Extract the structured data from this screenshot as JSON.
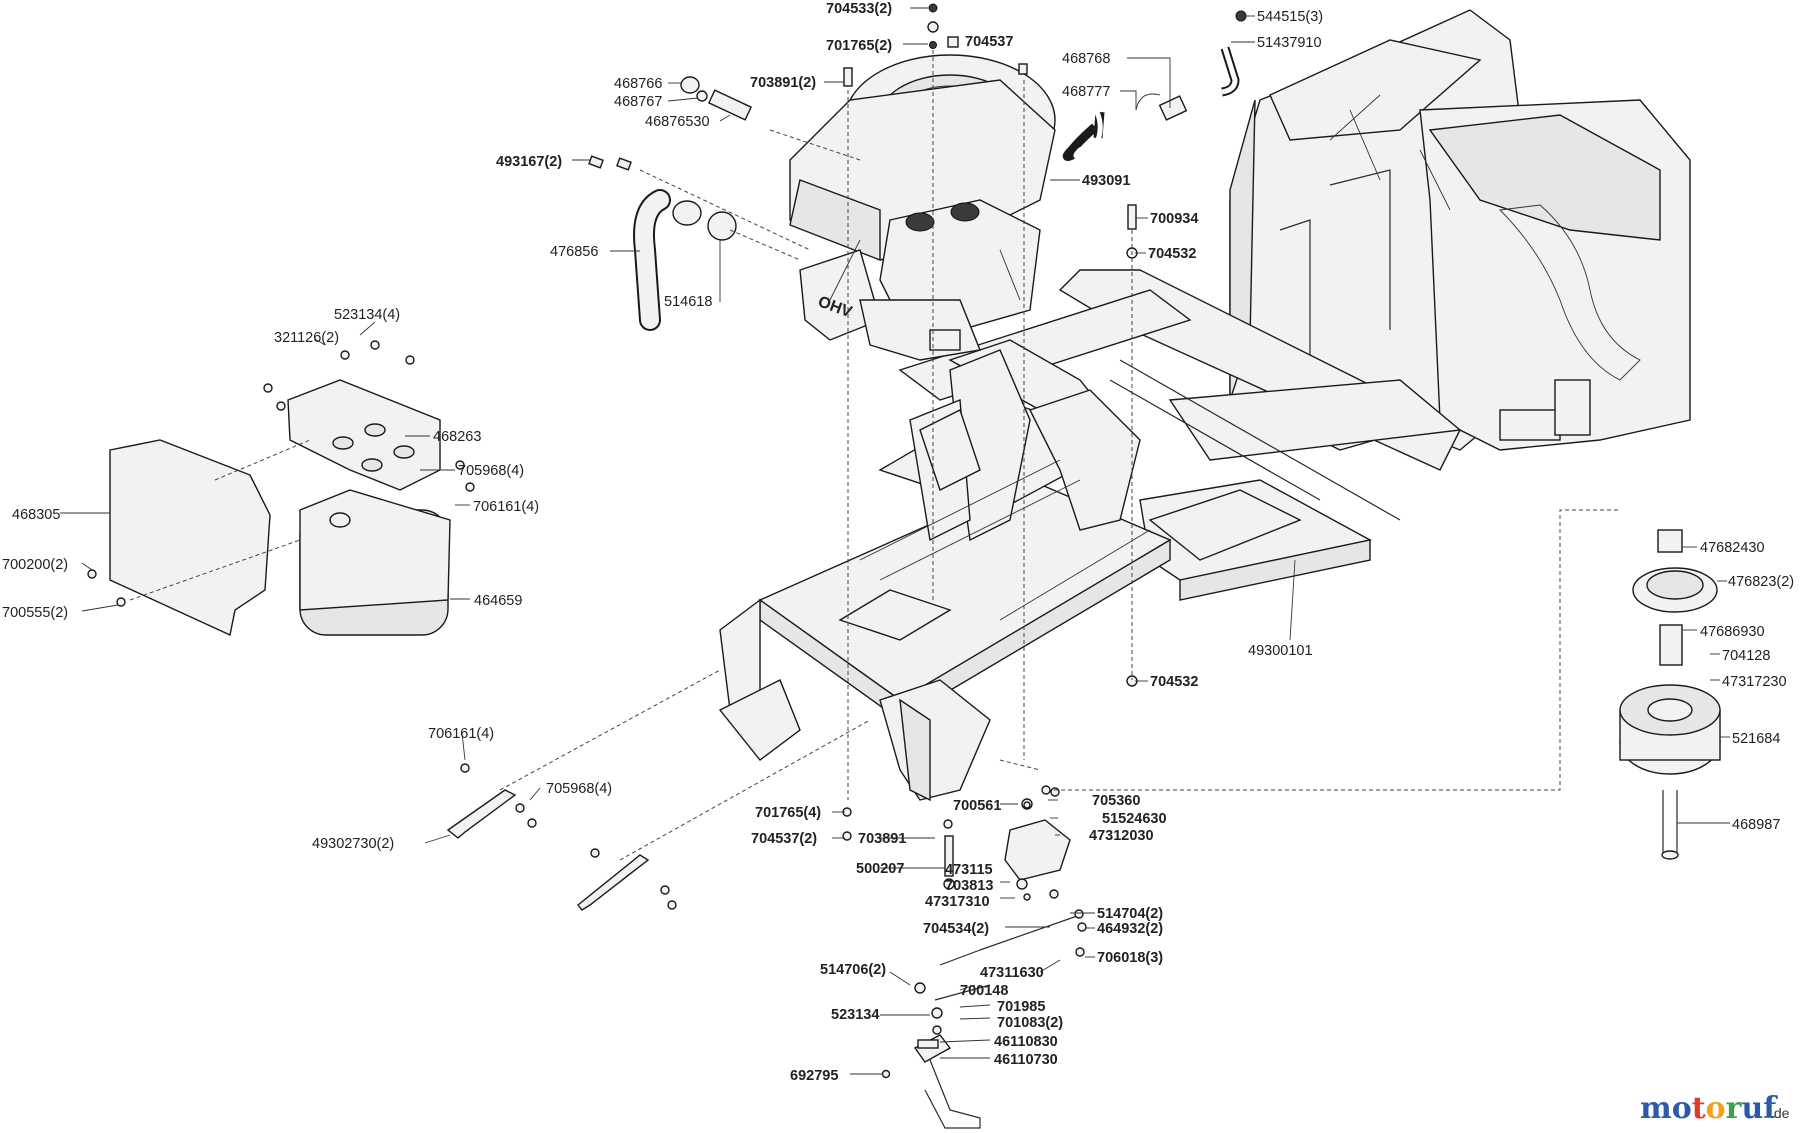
{
  "watermark": {
    "parts": [
      {
        "text": "m",
        "color": "#2a5aa8"
      },
      {
        "text": "o",
        "color": "#2a5aa8"
      },
      {
        "text": "t",
        "color": "#e03a2f"
      },
      {
        "text": "o",
        "color": "#f2a21a"
      },
      {
        "text": "r",
        "color": "#3aa24a"
      },
      {
        "text": "u",
        "color": "#2a5aa8"
      },
      {
        "text": "f",
        "color": "#2a5aa8"
      }
    ],
    "suffix": ".de"
  },
  "labels": [
    {
      "id": "704533-2",
      "text": "704533(2)",
      "bold": true
    },
    {
      "id": "701765-2",
      "text": "701765(2)",
      "bold": true
    },
    {
      "id": "704537",
      "text": "704537",
      "bold": true
    },
    {
      "id": "544515-3",
      "text": "544515(3)",
      "bold": false
    },
    {
      "id": "51437910",
      "text": "51437910",
      "bold": false
    },
    {
      "id": "468768",
      "text": "468768",
      "bold": false
    },
    {
      "id": "468777",
      "text": "468777",
      "bold": false
    },
    {
      "id": "468766",
      "text": "468766",
      "bold": false
    },
    {
      "id": "468767",
      "text": "468767",
      "bold": false
    },
    {
      "id": "703891-2",
      "text": "703891(2)",
      "bold": true
    },
    {
      "id": "46876530",
      "text": "46876530",
      "bold": false
    },
    {
      "id": "493167-2",
      "text": "493167(2)",
      "bold": true
    },
    {
      "id": "493091",
      "text": "493091",
      "bold": true
    },
    {
      "id": "700934",
      "text": "700934",
      "bold": true
    },
    {
      "id": "704532-top",
      "text": "704532",
      "bold": true
    },
    {
      "id": "476856",
      "text": "476856",
      "bold": false
    },
    {
      "id": "514618",
      "text": "514618",
      "bold": false
    },
    {
      "id": "523134-4",
      "text": "523134(4)",
      "bold": false
    },
    {
      "id": "321126-2",
      "text": "321126(2)",
      "bold": false
    },
    {
      "id": "468263",
      "text": "468263",
      "bold": false
    },
    {
      "id": "705968-4-top",
      "text": "705968(4)",
      "bold": false
    },
    {
      "id": "706161-4-top",
      "text": "706161(4)",
      "bold": false
    },
    {
      "id": "468305",
      "text": "468305",
      "bold": false
    },
    {
      "id": "700200-2",
      "text": "700200(2)",
      "bold": false
    },
    {
      "id": "700555-2",
      "text": "700555(2)",
      "bold": false
    },
    {
      "id": "464659",
      "text": "464659",
      "bold": false
    },
    {
      "id": "49300101",
      "text": "49300101",
      "bold": false
    },
    {
      "id": "704532-mid",
      "text": "704532",
      "bold": true
    },
    {
      "id": "47682430",
      "text": "47682430",
      "bold": false
    },
    {
      "id": "476823-2",
      "text": "476823(2)",
      "bold": false
    },
    {
      "id": "47686930",
      "text": "47686930",
      "bold": false
    },
    {
      "id": "704128",
      "text": "704128",
      "bold": false
    },
    {
      "id": "47317230",
      "text": "47317230",
      "bold": false
    },
    {
      "id": "521684",
      "text": "521684",
      "bold": false
    },
    {
      "id": "468987",
      "text": "468987",
      "bold": false
    },
    {
      "id": "706161-4-low",
      "text": "706161(4)",
      "bold": false
    },
    {
      "id": "705968-4-low",
      "text": "705968(4)",
      "bold": false
    },
    {
      "id": "49302730-2",
      "text": "49302730(2)",
      "bold": false
    },
    {
      "id": "701765-4",
      "text": "701765(4)",
      "bold": true
    },
    {
      "id": "704537-2",
      "text": "704537(2)",
      "bold": true
    },
    {
      "id": "700561",
      "text": "700561",
      "bold": true
    },
    {
      "id": "705360",
      "text": "705360",
      "bold": true
    },
    {
      "id": "51524630",
      "text": "51524630",
      "bold": true
    },
    {
      "id": "703891",
      "text": "703891",
      "bold": true
    },
    {
      "id": "47312030",
      "text": "47312030",
      "bold": true
    },
    {
      "id": "500207",
      "text": "500207",
      "bold": true
    },
    {
      "id": "473115",
      "text": "473115",
      "bold": true
    },
    {
      "id": "703813",
      "text": "703813",
      "bold": true
    },
    {
      "id": "47317310",
      "text": "47317310",
      "bold": true
    },
    {
      "id": "514704-2",
      "text": "514704(2)",
      "bold": true
    },
    {
      "id": "704534-2",
      "text": "704534(2)",
      "bold": true
    },
    {
      "id": "464932-2",
      "text": "464932(2)",
      "bold": true
    },
    {
      "id": "706018-3",
      "text": "706018(3)",
      "bold": true
    },
    {
      "id": "514706-2",
      "text": "514706(2)",
      "bold": true
    },
    {
      "id": "47311630",
      "text": "47311630",
      "bold": true
    },
    {
      "id": "700148",
      "text": "700148",
      "bold": true
    },
    {
      "id": "523134",
      "text": "523134",
      "bold": true
    },
    {
      "id": "701985",
      "text": "701985",
      "bold": true
    },
    {
      "id": "701083-2",
      "text": "701083(2)",
      "bold": true
    },
    {
      "id": "46110830",
      "text": "46110830",
      "bold": true
    },
    {
      "id": "46110730",
      "text": "46110730",
      "bold": true
    },
    {
      "id": "692795",
      "text": "692795",
      "bold": true
    }
  ]
}
